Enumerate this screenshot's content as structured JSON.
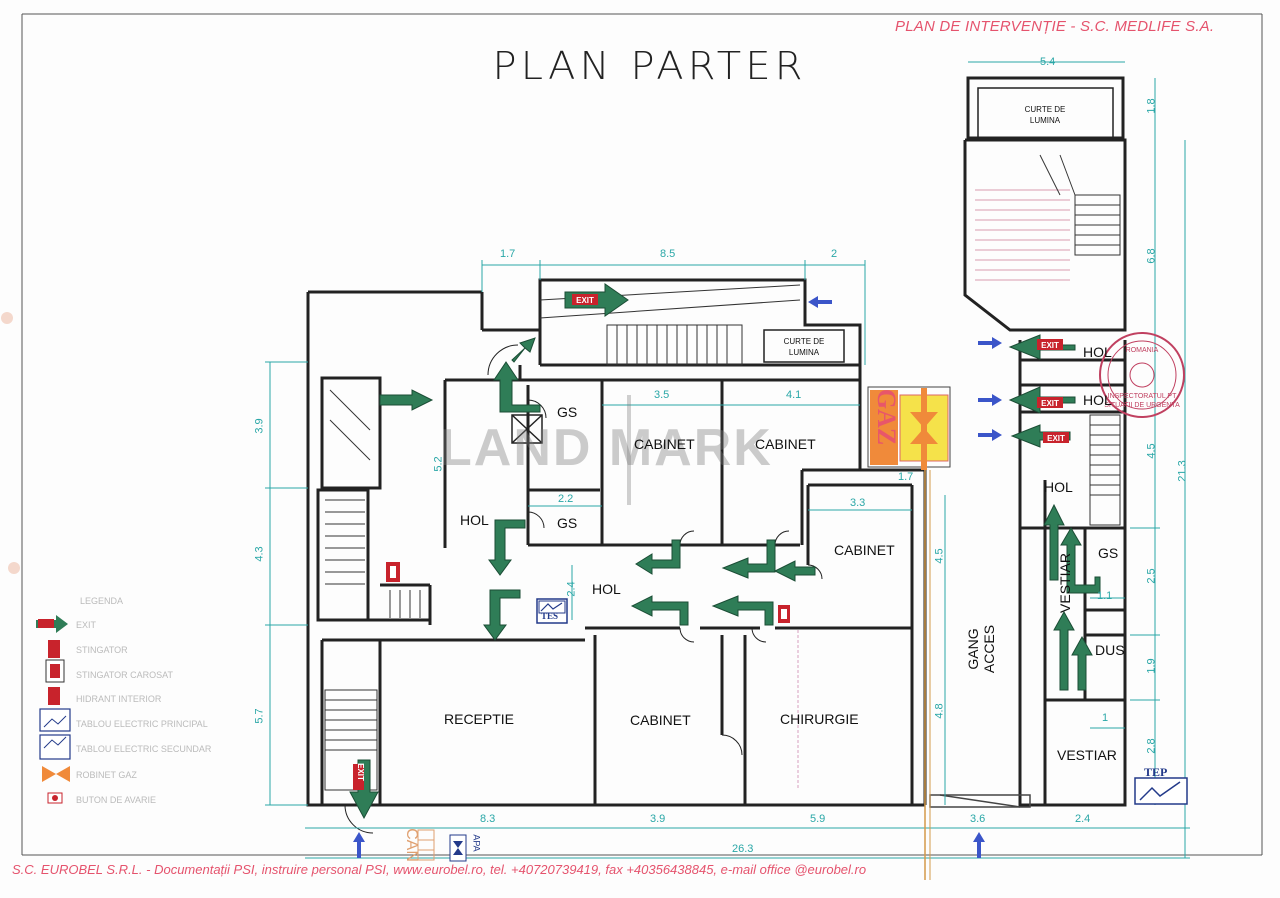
{
  "header": {
    "title": "PLAN DE INTERVENȚIE - S.C. MEDLIFE S.A."
  },
  "plan_title": "PLAN PARTER",
  "watermark": "LAND MARK",
  "footer": {
    "text": "S.C. EUROBEL S.R.L. - Documentații PSI, instruire personal PSI, www.eurobel.ro, tel. +40720739419, fax +40356438845, e-mail office @eurobel.ro"
  },
  "rooms": {
    "curte_lumina_top": [
      "CURTE DE",
      "LUMINA"
    ],
    "curte_lumina_mid": [
      "CURTE DE",
      "LUMINA"
    ],
    "gs1": "GS",
    "gs2": "GS",
    "gs3": "GS",
    "cabinet1": "CABINET",
    "cabinet2": "CABINET",
    "cabinet3": "CABINET",
    "cabinet4": "CABINET",
    "hol1": "HOL",
    "hol2": "HOL",
    "hol3": "HOL",
    "hol4": "HOL",
    "hol5": "HOL",
    "receptie": "RECEPTIE",
    "chirurgie": "CHIRURGIE",
    "gang_acces": "GANG ACCES",
    "vestiar1": "VESTIAR",
    "vestiar2": "VESTIAR",
    "dus": "DUS"
  },
  "gaz": "GAZ",
  "apa": "APA",
  "can": "CAN",
  "exit_label": "EXIT",
  "tes_label": "TES",
  "tep_label": "TEP",
  "dimensions": {
    "top_17": "1.7",
    "top_85": "8.5",
    "top_2": "2",
    "mid_35": "3.5",
    "mid_41": "4.1",
    "mid_22": "2.2",
    "mid_33": "3.3",
    "mid_17b": "1.7",
    "right_54": "5.4",
    "right_11": "1.1",
    "right_1": "1",
    "bot_83": "8.3",
    "bot_39": "3.9",
    "bot_59": "5.9",
    "bot_36": "3.6",
    "bot_24": "2.4",
    "bot_263": "26.3",
    "v_39": "3.9",
    "v_43": "4.3",
    "v_57": "5.7",
    "v_52": "5.2",
    "v_24": "2.4",
    "v_45": "4.5",
    "v_48": "4.8",
    "r_18": "1.8",
    "r_68": "6.8",
    "r_45": "4.5",
    "r_25": "2.5",
    "r_19": "1.9",
    "r_28": "2.8",
    "r_213": "21.3"
  },
  "legend": {
    "title": "LEGENDA",
    "items": [
      "EXIT",
      "STINGATOR",
      "STINGATOR CAROSAT",
      "HIDRANT INTERIOR",
      "TABLOU ELECTRIC PRINCIPAL",
      "TABLOU ELECTRIC SECUNDAR",
      "ROBINET GAZ",
      "BUTON DE AVARIE"
    ]
  },
  "stamp": {
    "line1": "ROMANIA",
    "line2": "INSPECTORATUL PT",
    "line3": "SITUATII DE URGENTA"
  },
  "colors": {
    "wall": "#222222",
    "exit_green": "#2f7d57",
    "dim_cyan": "#2aa7a7",
    "header_pink": "#e5536d",
    "blue_arrow": "#3b55c9",
    "gas_orange": "#f08a3a",
    "gas_yellow": "#f5e24a"
  }
}
